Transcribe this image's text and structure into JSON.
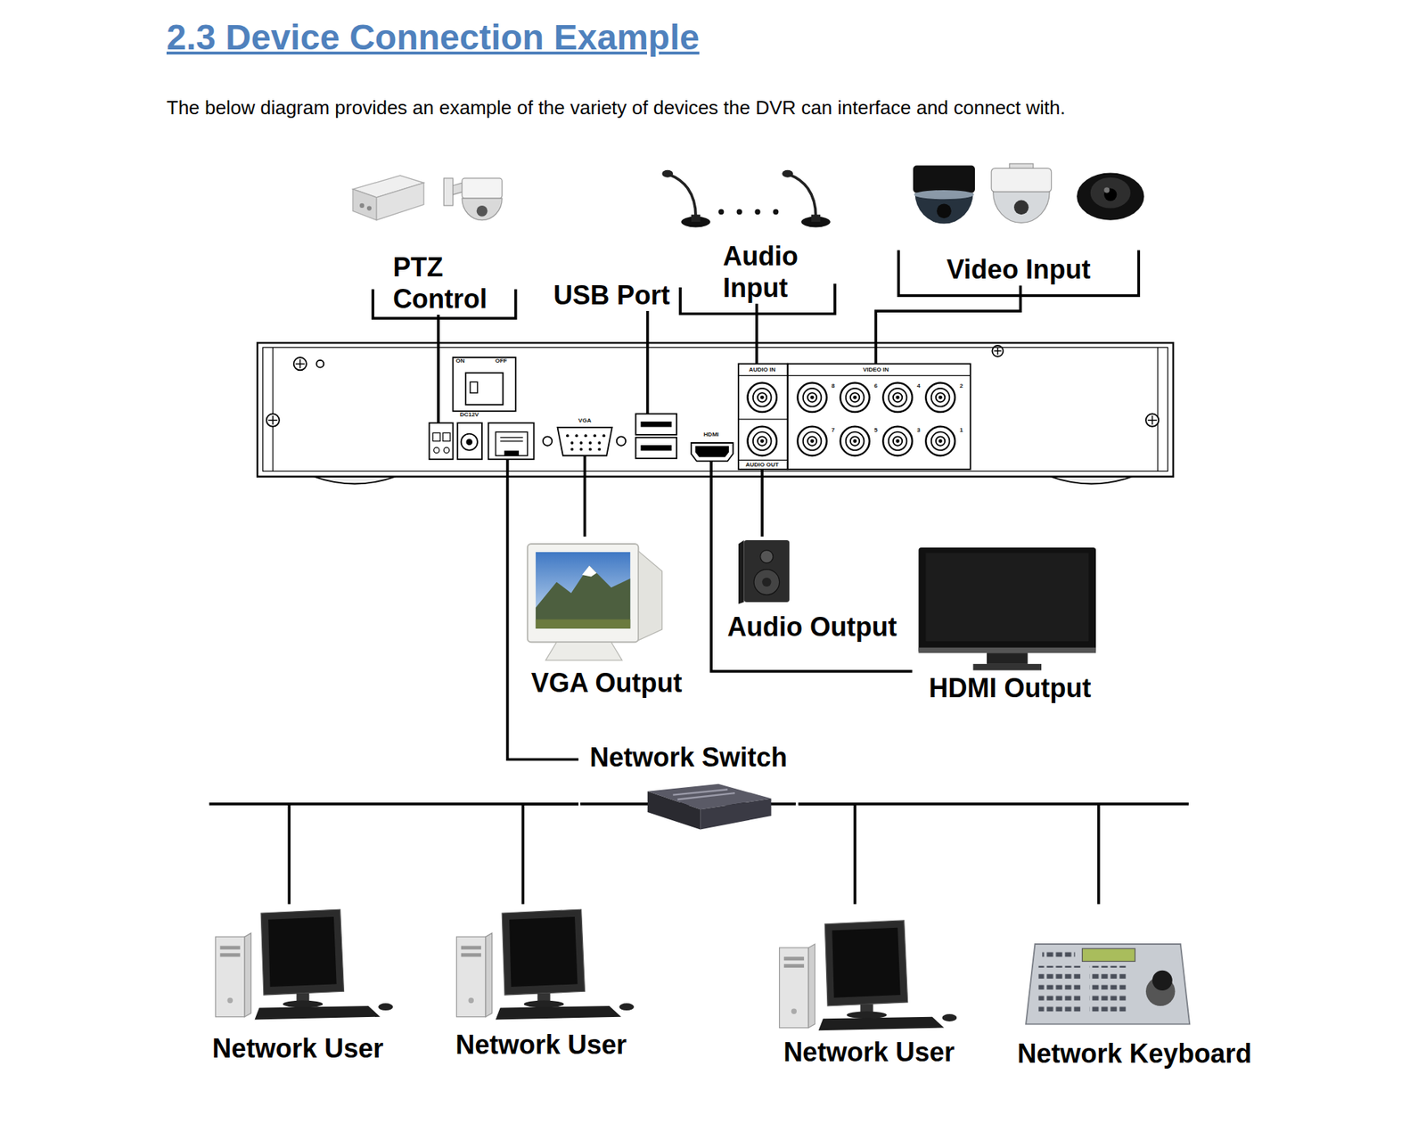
{
  "diagram": {
    "title": "2.3 Device Connection Example",
    "nodes": [
      {
        "text": [
          "PTZ Control"
        ]
      },
      {
        "text": [
          "USB Port"
        ]
      },
      {
        "text": [
          "Audio Input"
        ]
      },
      {
        "text": [
          "Video Input"
        ]
      },
      {
        "text": [
          "ON",
          "OFF",
          "DC12V",
          "VGA",
          "HDMI",
          "AUDIO IN",
          "VIDEO IN",
          "8",
          "6",
          "4",
          "2",
          "7",
          "5",
          "3",
          "1",
          "AUDIO OUT"
        ]
      },
      {
        "text": [
          "VGA Output"
        ]
      },
      {
        "text": [
          "Audio Output"
        ]
      },
      {
        "text": [
          "HDMI Output"
        ]
      },
      {
        "text": [
          "Network Switch"
        ]
      },
      {
        "text": [
          "Network User"
        ]
      },
      {
        "text": [
          "Network User"
        ]
      },
      {
        "text": [
          "Network User"
        ]
      },
      {
        "text": [
          "Network Keyboard"
        ]
      }
    ],
    "edges": [
      {
        "from": 4,
        "to": 0,
        "arrow": "none"
      },
      {
        "from": 4,
        "to": 1,
        "arrow": "none"
      },
      {
        "from": 4,
        "to": 2,
        "arrow": "none"
      },
      {
        "from": 4,
        "to": 3,
        "arrow": "none"
      },
      {
        "from": 4,
        "to": 5,
        "arrow": "none"
      },
      {
        "from": 4,
        "to": 6,
        "arrow": "none"
      },
      {
        "from": 4,
        "to": 7,
        "arrow": "none"
      },
      {
        "from": 4,
        "to": 8,
        "arrow": "none"
      },
      {
        "from": 8,
        "to": 9,
        "arrow": "none"
      },
      {
        "from": 8,
        "to": 10,
        "arrow": "none"
      },
      {
        "from": 8,
        "to": 11,
        "arrow": "none"
      },
      {
        "from": 8,
        "to": 12,
        "arrow": "none"
      }
    ],
    "labels": [
      "The below diagram provides an example of the variety of devices the DVR can interface and connect with."
    ]
  }
}
